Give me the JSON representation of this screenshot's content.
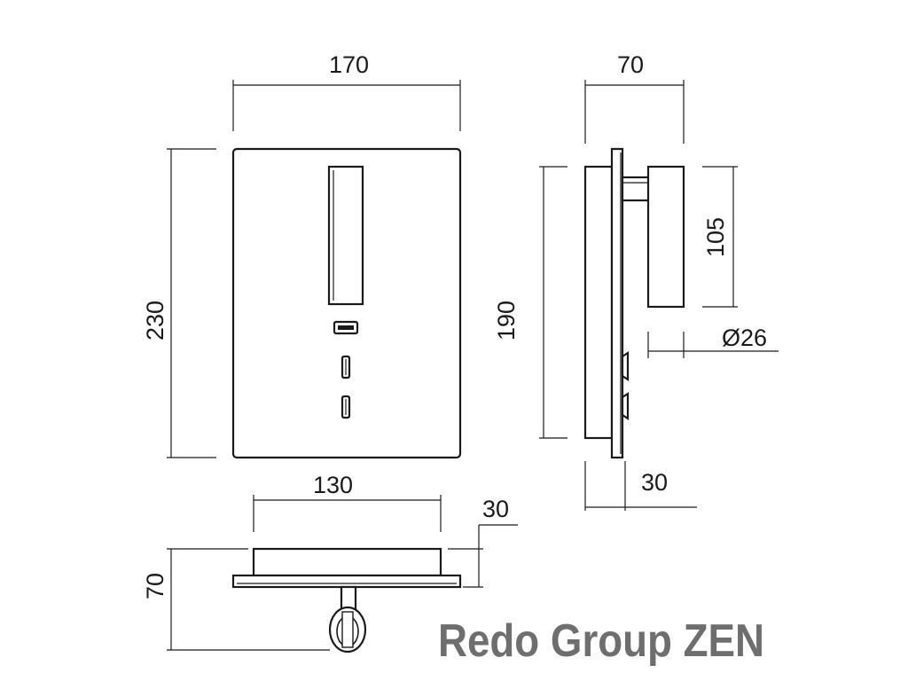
{
  "drawing": {
    "brand": "Redo Group ZEN",
    "dimensions": {
      "front_width": "170",
      "front_height": "230",
      "side_depth": "70",
      "side_height": "190",
      "head_height": "105",
      "head_diameter": "Ø26",
      "plate_depth": "30",
      "bottom_width": "130",
      "bottom_depth": "30",
      "bottom_height": "70"
    }
  }
}
